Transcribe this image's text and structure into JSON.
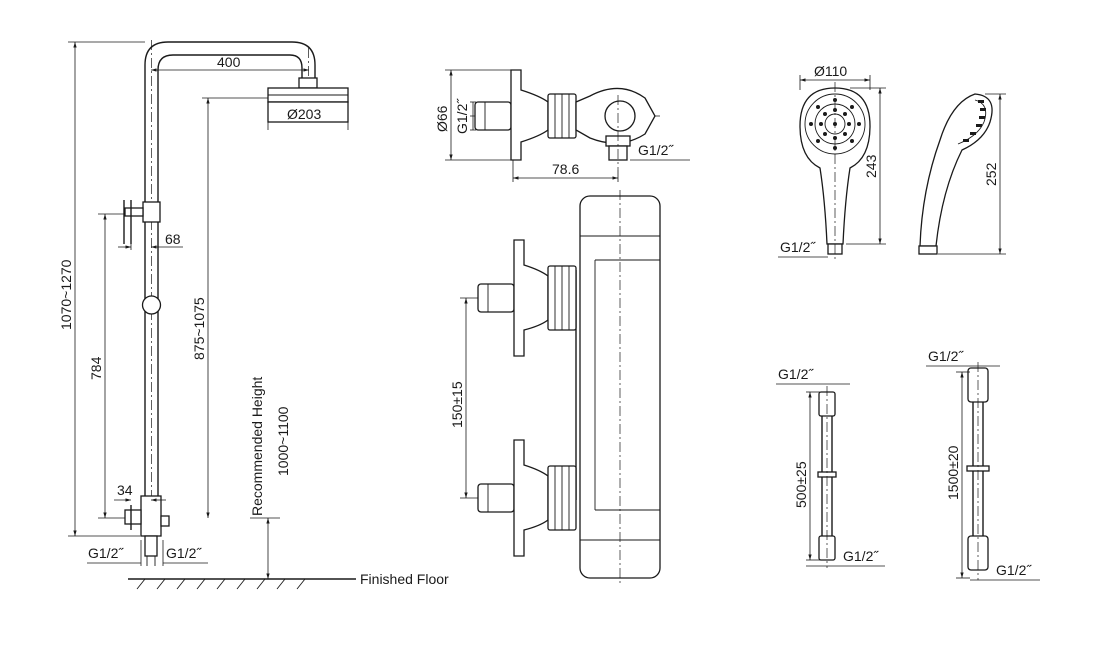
{
  "shower_column": {
    "arm_length": "400",
    "head_diameter": "Ø203",
    "total_height": "1070~1270",
    "head_height": "875~1075",
    "diverter_height": "784",
    "holder_offset": "68",
    "inlet_offset": "34",
    "inlet_left": "G1/2˝",
    "inlet_right": "G1/2˝",
    "recommended_label": "Recommended Height",
    "recommended_value": "1000~1100",
    "floor_label": "Finished Floor"
  },
  "thermostat": {
    "escutcheon_diameter": "Ø66",
    "inlet_thread": "G1/2˝",
    "outlet_thread": "G1/2˝",
    "projection": "78.6",
    "inlet_spacing": "150±15"
  },
  "hand_shower": {
    "face_diameter": "Ø110",
    "length_front": "243",
    "length_side": "252",
    "thread": "G1/2˝"
  },
  "hoses": {
    "short_thread_top": "G1/2˝",
    "short_length": "500±25",
    "short_thread_bottom": "G1/2˝",
    "long_thread_top": "G1/2˝",
    "long_length": "1500±20",
    "long_thread_bottom": "G1/2˝"
  }
}
